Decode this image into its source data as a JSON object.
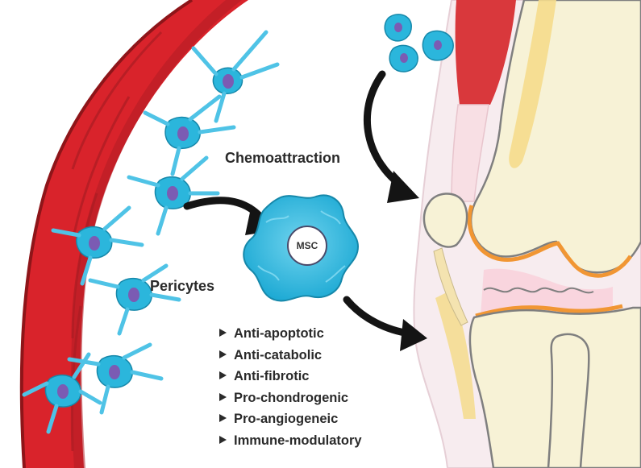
{
  "labels": {
    "chemoattraction": "Chemoattraction",
    "pericytes": "Pericytes",
    "msc": "MSC"
  },
  "effects": [
    "Anti-apoptotic",
    "Anti-catabolic",
    "Anti-fibrotic",
    "Pro-chondrogenic",
    "Pro-angiogeneic",
    "Immune-modulatory"
  ],
  "colors": {
    "vessel": "#d9232b",
    "vessel_dark": "#9d1a1f",
    "cell": "#2bb6dc",
    "nucleus": "#7b5bb3",
    "bone": "#f7f2d6",
    "cartilage_rim": "#f19633",
    "marrow": "#f5dc8c",
    "skin": "#f4e8ec"
  }
}
